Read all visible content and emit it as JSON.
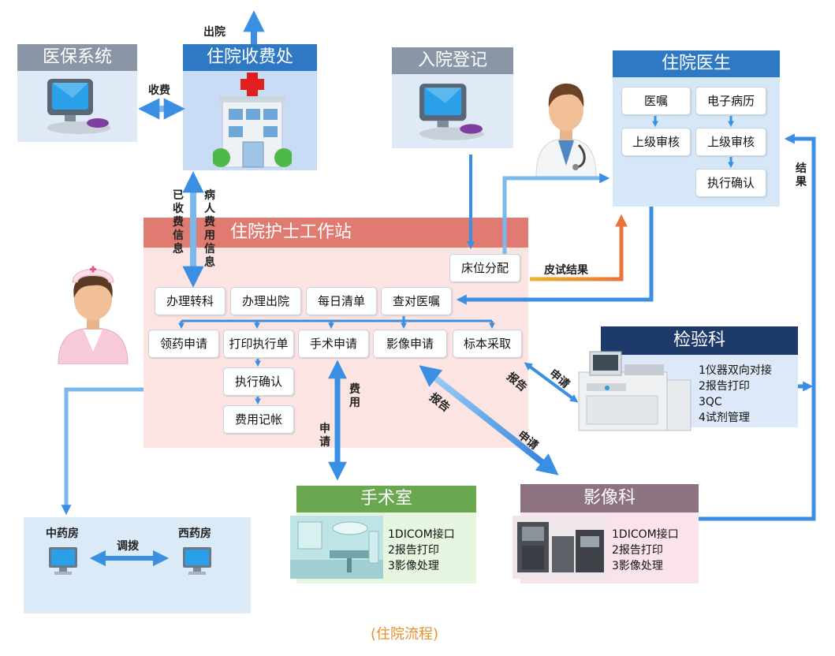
{
  "panels": {
    "medical_insurance": "医保系统",
    "billing_office": "住院收费处",
    "admission": "入院登记",
    "doctor": "住院医生",
    "nurse_station": "住院护士工作站",
    "lab": "检验科",
    "surgery": "手术室",
    "imaging": "影像科"
  },
  "doctor_nodes": {
    "order": "医嘱",
    "emr": "电子病历",
    "review_left": "上级审核",
    "review_right": "上级审核",
    "exec_confirm": "执行确认"
  },
  "nurse_nodes": {
    "bed_assign": "床位分配",
    "transfer": "办理转科",
    "discharge": "办理出院",
    "daily_list": "每日清单",
    "check_orders": "查对医嘱",
    "drug_request": "领药申请",
    "print_exec": "打印执行单",
    "surgery_request": "手术申请",
    "imaging_request": "影像申请",
    "specimen": "标本采取",
    "exec_confirm": "执行确认",
    "fee_record": "费用记帐"
  },
  "lab_items": [
    "1仪器双向对接",
    "2报告打印",
    "3QC",
    "4试剂管理"
  ],
  "surgery_items": [
    "1DICOM接口",
    "2报告打印",
    "3影像处理"
  ],
  "imaging_items": [
    "1DICOM接口",
    "2报告打印",
    "3影像处理"
  ],
  "pharmacy": {
    "chinese": "中药房",
    "western": "西药房",
    "transfer": "调拨"
  },
  "labels": {
    "discharge": "出院",
    "fee": "收费",
    "paid_info": "已收费信息",
    "patient_fee_info": "病人费用信息",
    "skin_test": "皮试结果",
    "result": "结果",
    "lab_report": "报告",
    "lab_request": "申请",
    "img_report": "报告",
    "img_request": "申请",
    "surgery_fee": "费用",
    "surgery_request": "申请"
  },
  "caption": "(住院流程)",
  "colors": {
    "blue_header": "#2f78c4",
    "grey_header": "#8a96a6",
    "nurse_header": "#e07b72",
    "lab_header": "#1d3a6b",
    "surgery_header": "#6aa84f",
    "imaging_header": "#8d7381",
    "arrow": "#3b8fe3",
    "skin_arrow": "#e8a32a",
    "caption": "#e8902e"
  }
}
